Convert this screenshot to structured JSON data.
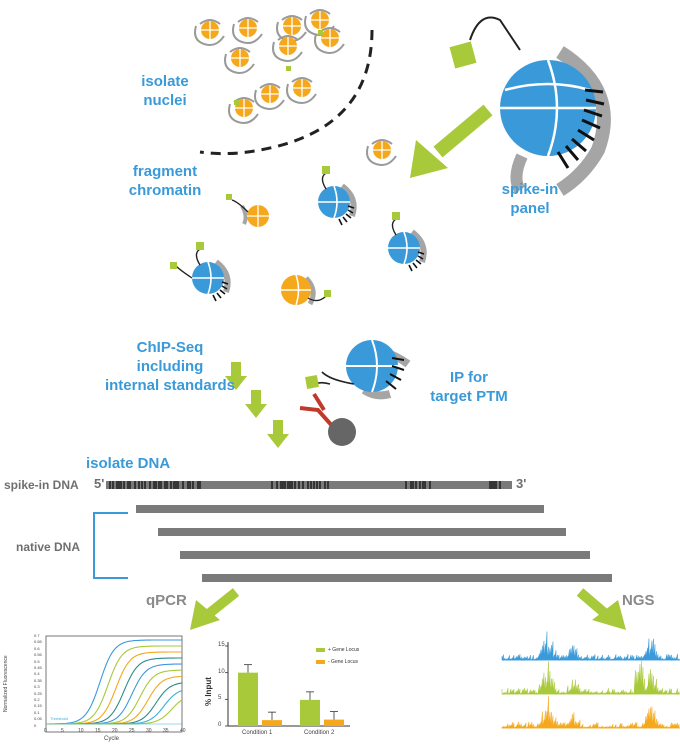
{
  "labels": {
    "isolate_nuclei": "isolate\nnuclei",
    "fragment_chromatin": "fragment\nchromatin",
    "spike_in_panel": "spike-in\npanel",
    "chip_seq": "ChIP-Seq\nincluding\ninternal standards",
    "ip_target": "IP for\ntarget PTM",
    "isolate_dna": "isolate DNA",
    "spike_in_dna": "spike-in DNA",
    "five_prime": "5'",
    "three_prime": "3'",
    "native_dna": "native DNA",
    "qpcr": "qPCR",
    "ngs": "NGS"
  },
  "qpcr_curve_plot": {
    "ylabel": "Normalized Fluorescence",
    "xlabel": "Cycle",
    "threshold": "Threshold",
    "yticks": [
      "0.7",
      "0.65",
      "0.6",
      "0.55",
      "0.5",
      "0.45",
      "0.4",
      "0.35",
      "0.3",
      "0.25",
      "0.2",
      "0.15",
      "0.1",
      "0.05",
      "0"
    ],
    "xticks": [
      "0",
      "5",
      "10",
      "15",
      "20",
      "25",
      "30",
      "35",
      "40"
    ]
  },
  "chart_data": [
    {
      "type": "bar",
      "ylabel": "% Input",
      "categories": [
        "Condition 1",
        "Condition 2"
      ],
      "series": [
        {
          "name": "+ Gene Locus",
          "values": [
            10,
            4.9
          ],
          "color": "#a8c93a"
        },
        {
          "name": "- Gene Locus",
          "values": [
            1.1,
            1.2
          ],
          "color": "#f5a81c"
        }
      ],
      "yticks": [
        "0",
        "5",
        "10",
        "15"
      ],
      "ylim": [
        0,
        15
      ],
      "legend": "top-right"
    }
  ],
  "colors": {
    "blue": "#3a9ad9",
    "green": "#a8c93a",
    "orange": "#f5a81c",
    "gray": "#7a7a7a",
    "red": "#c0392b"
  }
}
